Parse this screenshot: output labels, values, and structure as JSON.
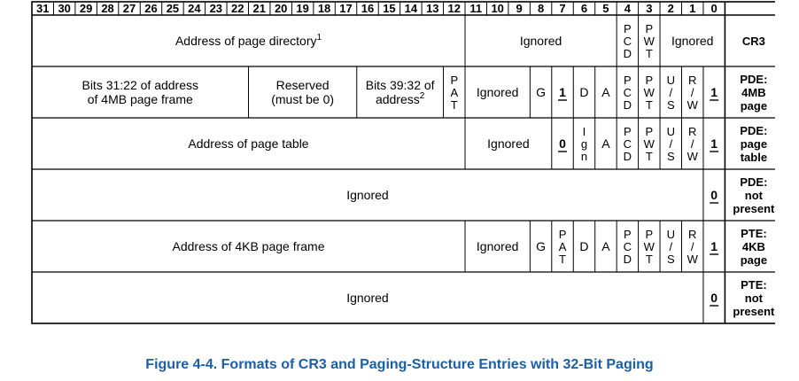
{
  "bit_header": [
    "31",
    "30",
    "29",
    "28",
    "27",
    "26",
    "25",
    "24",
    "23",
    "22",
    "21",
    "20",
    "19",
    "18",
    "17",
    "16",
    "15",
    "14",
    "13",
    "12",
    "11",
    "10",
    "9",
    "8",
    "7",
    "6",
    "5",
    "4",
    "3",
    "2",
    "1",
    "0"
  ],
  "rows": [
    {
      "label": [
        "CR3"
      ],
      "fields": [
        {
          "id": "cr3-address",
          "from": 31,
          "to": 12,
          "lines": [
            "Address of page directory"
          ],
          "sup": "1"
        },
        {
          "id": "cr3-ignored-hi",
          "from": 11,
          "to": 5,
          "lines": [
            "Ignored"
          ]
        },
        {
          "id": "cr3-pcd",
          "from": 4,
          "to": 4,
          "stack": [
            "P",
            "C",
            "D"
          ]
        },
        {
          "id": "cr3-pwt",
          "from": 3,
          "to": 3,
          "stack": [
            "P",
            "W",
            "T"
          ]
        },
        {
          "id": "cr3-ignored-lo",
          "from": 2,
          "to": 0,
          "lines": [
            "Ignored"
          ]
        }
      ]
    },
    {
      "label": [
        "PDE:",
        "4MB",
        "page"
      ],
      "fields": [
        {
          "id": "pde4m-bits-31-22",
          "from": 31,
          "to": 22,
          "lines": [
            "Bits 31:22 of address",
            "of 4MB page frame"
          ]
        },
        {
          "id": "pde4m-reserved",
          "from": 21,
          "to": 17,
          "lines": [
            "Reserved",
            "(must be 0)"
          ]
        },
        {
          "id": "pde4m-bits-39-32",
          "from": 16,
          "to": 13,
          "lines": [
            "Bits 39:32 of",
            "address"
          ],
          "sup": "2"
        },
        {
          "id": "pde4m-pat",
          "from": 12,
          "to": 12,
          "stack": [
            "P",
            "A",
            "T"
          ]
        },
        {
          "id": "pde4m-ignored",
          "from": 11,
          "to": 9,
          "lines": [
            "Ignored"
          ]
        },
        {
          "id": "pde4m-g",
          "from": 8,
          "to": 8,
          "lines": [
            "G"
          ]
        },
        {
          "id": "pde4m-ps",
          "from": 7,
          "to": 7,
          "value": "1"
        },
        {
          "id": "pde4m-d",
          "from": 6,
          "to": 6,
          "lines": [
            "D"
          ]
        },
        {
          "id": "pde4m-a",
          "from": 5,
          "to": 5,
          "lines": [
            "A"
          ]
        },
        {
          "id": "pde4m-pcd",
          "from": 4,
          "to": 4,
          "stack": [
            "P",
            "C",
            "D"
          ]
        },
        {
          "id": "pde4m-pwt",
          "from": 3,
          "to": 3,
          "stack": [
            "P",
            "W",
            "T"
          ]
        },
        {
          "id": "pde4m-us",
          "from": 2,
          "to": 2,
          "stack": [
            "U",
            "/",
            "S"
          ]
        },
        {
          "id": "pde4m-rw",
          "from": 1,
          "to": 1,
          "stack": [
            "R",
            "/",
            "W"
          ]
        },
        {
          "id": "pde4m-present",
          "from": 0,
          "to": 0,
          "value": "1"
        }
      ]
    },
    {
      "label": [
        "PDE:",
        "page",
        "table"
      ],
      "fields": [
        {
          "id": "pdet-address",
          "from": 31,
          "to": 12,
          "lines": [
            "Address of page table"
          ]
        },
        {
          "id": "pdet-ignored",
          "from": 11,
          "to": 8,
          "lines": [
            "Ignored"
          ]
        },
        {
          "id": "pdet-ps",
          "from": 7,
          "to": 7,
          "value": "0"
        },
        {
          "id": "pdet-ign",
          "from": 6,
          "to": 6,
          "stack": [
            "I",
            "g",
            "n"
          ]
        },
        {
          "id": "pdet-a",
          "from": 5,
          "to": 5,
          "lines": [
            "A"
          ]
        },
        {
          "id": "pdet-pcd",
          "from": 4,
          "to": 4,
          "stack": [
            "P",
            "C",
            "D"
          ]
        },
        {
          "id": "pdet-pwt",
          "from": 3,
          "to": 3,
          "stack": [
            "P",
            "W",
            "T"
          ]
        },
        {
          "id": "pdet-us",
          "from": 2,
          "to": 2,
          "stack": [
            "U",
            "/",
            "S"
          ]
        },
        {
          "id": "pdet-rw",
          "from": 1,
          "to": 1,
          "stack": [
            "R",
            "/",
            "W"
          ]
        },
        {
          "id": "pdet-present",
          "from": 0,
          "to": 0,
          "value": "1"
        }
      ]
    },
    {
      "label": [
        "PDE:",
        "not",
        "present"
      ],
      "fields": [
        {
          "id": "pdenp-ignored",
          "from": 31,
          "to": 1,
          "lines": [
            "Ignored"
          ]
        },
        {
          "id": "pdenp-present",
          "from": 0,
          "to": 0,
          "value": "0"
        }
      ]
    },
    {
      "label": [
        "PTE:",
        "4KB",
        "page"
      ],
      "fields": [
        {
          "id": "pte-address",
          "from": 31,
          "to": 12,
          "lines": [
            "Address of 4KB page frame"
          ]
        },
        {
          "id": "pte-ignored",
          "from": 11,
          "to": 9,
          "lines": [
            "Ignored"
          ]
        },
        {
          "id": "pte-g",
          "from": 8,
          "to": 8,
          "lines": [
            "G"
          ]
        },
        {
          "id": "pte-pat",
          "from": 7,
          "to": 7,
          "stack": [
            "P",
            "A",
            "T"
          ]
        },
        {
          "id": "pte-d",
          "from": 6,
          "to": 6,
          "lines": [
            "D"
          ]
        },
        {
          "id": "pte-a",
          "from": 5,
          "to": 5,
          "lines": [
            "A"
          ]
        },
        {
          "id": "pte-pcd",
          "from": 4,
          "to": 4,
          "stack": [
            "P",
            "C",
            "D"
          ]
        },
        {
          "id": "pte-pwt",
          "from": 3,
          "to": 3,
          "stack": [
            "P",
            "W",
            "T"
          ]
        },
        {
          "id": "pte-us",
          "from": 2,
          "to": 2,
          "stack": [
            "U",
            "/",
            "S"
          ]
        },
        {
          "id": "pte-rw",
          "from": 1,
          "to": 1,
          "stack": [
            "R",
            "/",
            "W"
          ]
        },
        {
          "id": "pte-present",
          "from": 0,
          "to": 0,
          "value": "1"
        }
      ]
    },
    {
      "label": [
        "PTE:",
        "not",
        "present"
      ],
      "fields": [
        {
          "id": "ptenp-ignored",
          "from": 31,
          "to": 1,
          "lines": [
            "Ignored"
          ]
        },
        {
          "id": "ptenp-present",
          "from": 0,
          "to": 0,
          "value": "0"
        }
      ]
    }
  ],
  "caption": "Figure 4-4.  Formats of CR3 and Paging-Structure Entries with 32-Bit Paging"
}
